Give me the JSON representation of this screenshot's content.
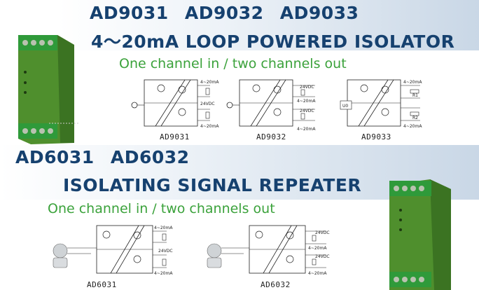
{
  "header": {
    "models_top": "AD9031   AD9032   AD9033",
    "title_top": "4～20mA LOOP POWERED ISOLATOR",
    "subtitle_top": "One channel in / two channels out",
    "models_bottom": "AD6031   AD6032",
    "title_bottom": "ISOLATING SIGNAL REPEATER",
    "subtitle_bottom": "One channel in / two channels out"
  },
  "diagrams": {
    "ad9031": {
      "caption": "AD9031",
      "out1": "4~20mA",
      "supply": "24VDC",
      "out2": "4~20mA"
    },
    "ad9032": {
      "caption": "AD9032",
      "v1": "24VDC",
      "out1": "4~20mA",
      "v2": "24VDC",
      "out2": "4~20mA"
    },
    "ad9033": {
      "caption": "AD9033",
      "out1": "4~20mA",
      "r1": "R1",
      "r2": "R2",
      "out2": "4~20mA",
      "uo": "U0"
    },
    "ad6031": {
      "caption": "AD6031",
      "out1": "4~20mA",
      "supply": "24VDC",
      "out2": "4~20mA"
    },
    "ad6032": {
      "caption": "AD6032",
      "v1": "24VDC",
      "out1": "4~20mA",
      "v2": "24VDC",
      "out2": "4~20mA"
    }
  },
  "colors": {
    "title": "#16416f",
    "subtitle": "#3ba23b",
    "module_green": "#4a8a2a",
    "terminal_green": "#2f9a3a"
  }
}
